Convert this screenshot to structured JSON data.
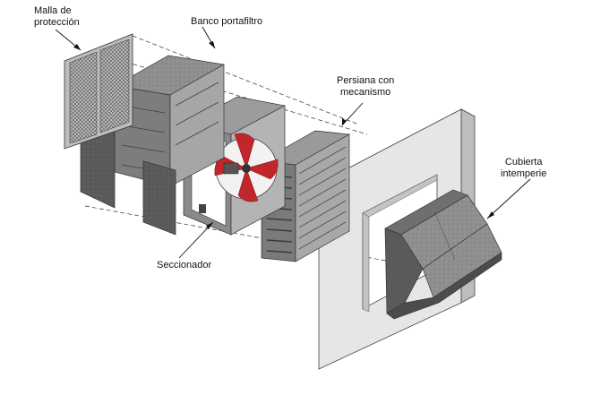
{
  "labels": {
    "malla": {
      "line1": "Malla de",
      "line2": "protección"
    },
    "banco": "Banco portafiltro",
    "persiana": {
      "line1": "Persiana con",
      "line2": "mecanismo"
    },
    "cubierta": {
      "line1": "Cubierta",
      "line2": "intemperie"
    },
    "seccionador": "Seccionador"
  },
  "colors": {
    "fan_blade": "#c0262a",
    "panel_dark": "#5b5b5b",
    "frame_gray": "#8c8c8c",
    "wall_face": "#e6e6e6",
    "wall_side": "#bdbdbd",
    "hood": "#8f8f8f"
  },
  "icons": [
    "mesh-grille-icon",
    "fan-icon",
    "louver-icon"
  ]
}
